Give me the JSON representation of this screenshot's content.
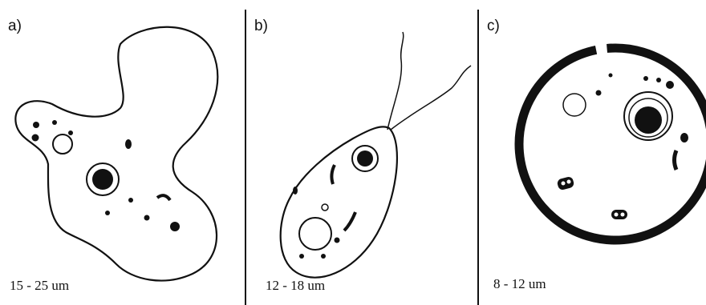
{
  "panels": [
    {
      "label": "a)",
      "size": "15 - 25 um"
    },
    {
      "label": "b)",
      "size": "12 - 18 um"
    },
    {
      "label": "c)",
      "size": "8 - 12 um"
    }
  ]
}
